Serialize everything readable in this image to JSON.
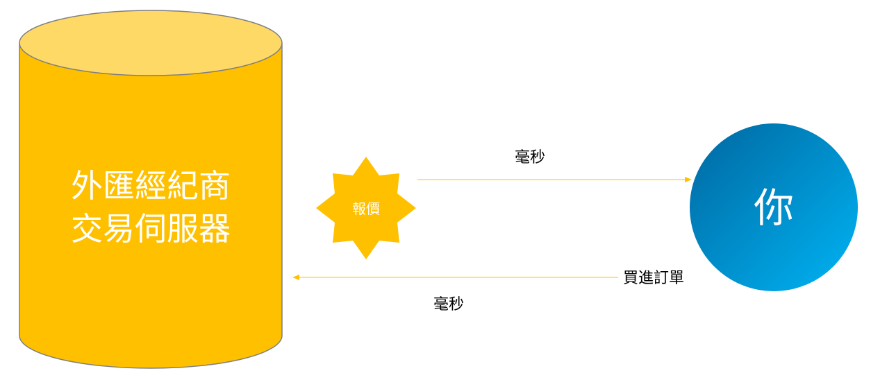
{
  "server": {
    "line1": "外匯經紀商",
    "line2": "交易伺服器"
  },
  "quote": {
    "label": "報價"
  },
  "client": {
    "label": "你"
  },
  "top_arrow": {
    "latency_label": "毫秒"
  },
  "bottom_arrow": {
    "order_label": "買進訂單",
    "latency_label": "毫秒"
  },
  "colors": {
    "cylinder_body": "#ffc000",
    "cylinder_top": "#ffd966",
    "cylinder_outline": "#7f7f7f",
    "starburst": "#ffc000",
    "arrow": "#ffc000",
    "circle_dark": "#0070a8",
    "circle_light": "#00b0f0"
  }
}
